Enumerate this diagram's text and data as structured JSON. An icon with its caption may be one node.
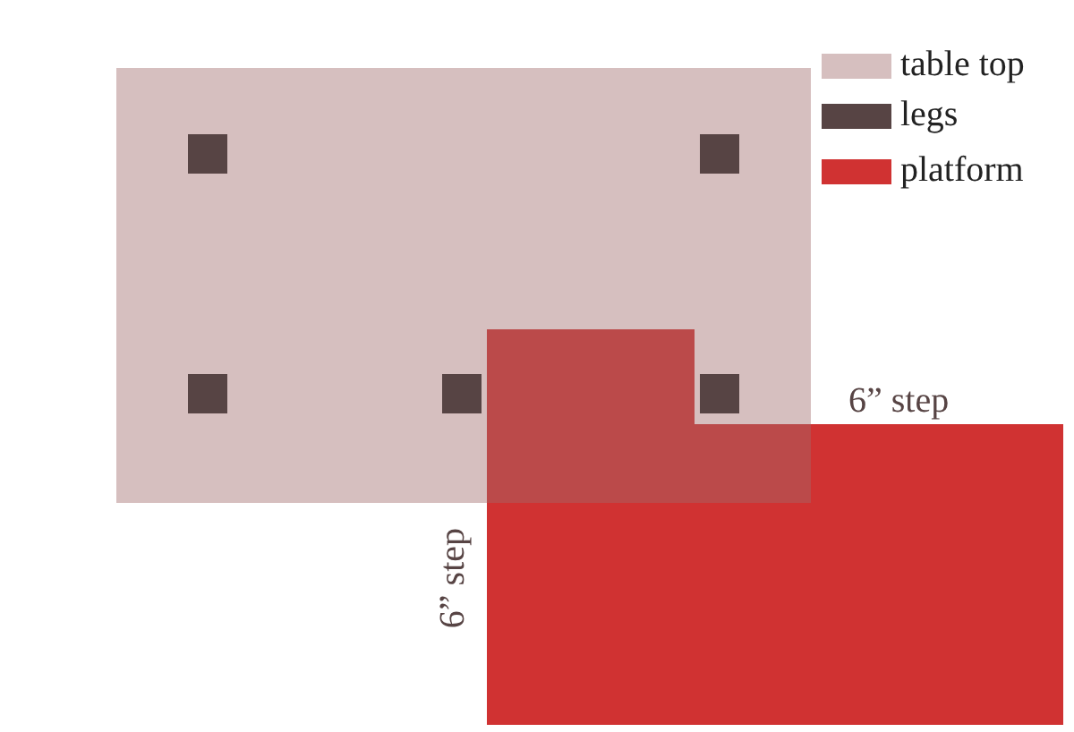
{
  "diagram": {
    "labels": [
      "6” step",
      "6” step"
    ],
    "legend": [
      {
        "text": "table top",
        "color": "#d6bfbf"
      },
      {
        "text": "legs",
        "color": "#574444"
      },
      {
        "text": "platform",
        "color": "#d03232"
      }
    ]
  }
}
